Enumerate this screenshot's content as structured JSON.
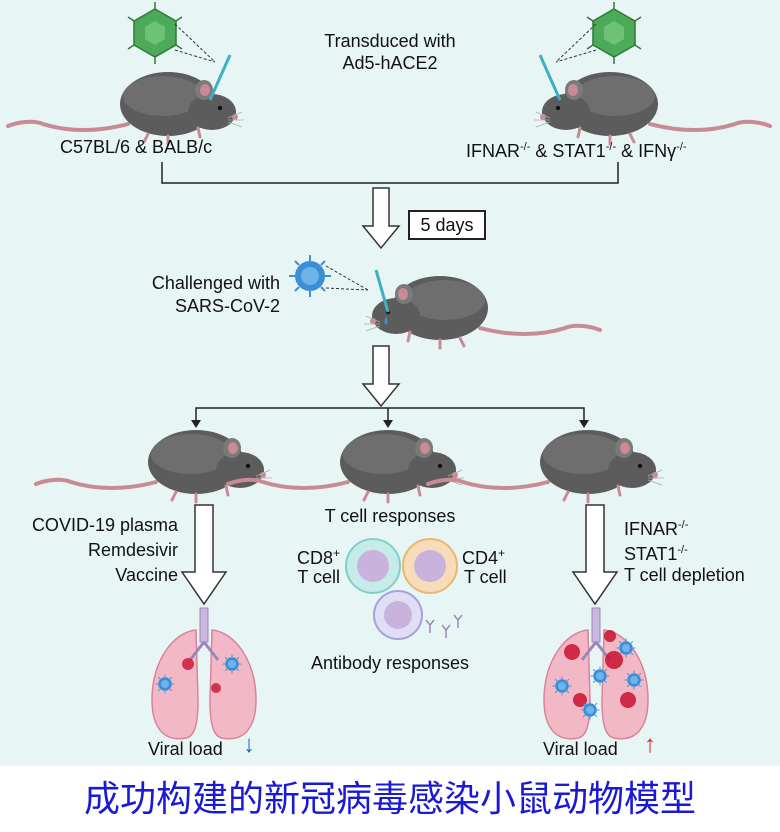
{
  "top": {
    "transduction_line1": "Transduced with",
    "transduction_line2": "Ad5-hACE2",
    "strain_left": "C57BL/6 & BALB/c",
    "strain_right_a": "IFNAR",
    "strain_right_a_sup": "-/-",
    "strain_right_amp1": " & STAT1",
    "strain_right_b_sup": "-/-",
    "strain_right_amp2": " & IFNγ",
    "strain_right_c_sup": "-/-"
  },
  "timeline": {
    "interval": "5 days"
  },
  "challenge": {
    "line1": "Challenged with",
    "line2": "SARS-CoV-2"
  },
  "left_branch": {
    "treatments": [
      "COVID-19 plasma",
      "Remdesivir",
      "Vaccine"
    ],
    "outcome": "Viral load",
    "outcome_arrow": "↓",
    "arrow_color": "#1e5fb3"
  },
  "middle_branch": {
    "title": "T cell responses",
    "cd8_label": "CD8",
    "cd8_sup": "+",
    "cd8_sub": "T cell",
    "cd4_label": "CD4",
    "cd4_sup": "+",
    "cd4_sub": "T cell",
    "antibody": "Antibody responses"
  },
  "right_branch": {
    "condition_a": "IFNAR",
    "condition_a_sup": "-/-",
    "condition_b": "STAT1",
    "condition_b_sup": "-/-",
    "condition_c": "T cell depletion",
    "outcome": "Viral load",
    "outcome_arrow": "↑",
    "arrow_color": "#e0202a"
  },
  "caption": "成功构建的新冠病毒感染小鼠动物模型",
  "colors": {
    "background": "#e8f5f5",
    "mouse": "#5a5a5a",
    "lung": "#f2b8c6",
    "virus_green": "#4caa58",
    "virus_blue": "#3b8fd6",
    "caption": "#1a1ad6"
  }
}
